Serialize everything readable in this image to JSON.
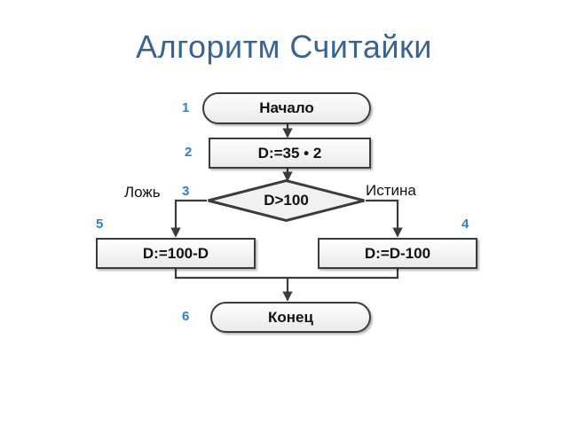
{
  "slide": {
    "title": "Алгоритм Считайки",
    "title_color": "#3A6392",
    "background": "#ffffff",
    "accent_number_color": "#2C82C9"
  },
  "flowchart": {
    "nodes": [
      {
        "step": "1",
        "type": "terminal",
        "text": "Начало"
      },
      {
        "step": "2",
        "type": "process",
        "text": "D:=35 • 2"
      },
      {
        "step": "3",
        "type": "decision",
        "text": "D>100"
      },
      {
        "step": "4",
        "type": "process",
        "text": "D:=D-100"
      },
      {
        "step": "5",
        "type": "process",
        "text": "D:=100-D"
      },
      {
        "step": "6",
        "type": "terminal",
        "text": "Конец"
      }
    ],
    "branch_labels": {
      "false": "Ложь",
      "true": "Истина"
    }
  }
}
